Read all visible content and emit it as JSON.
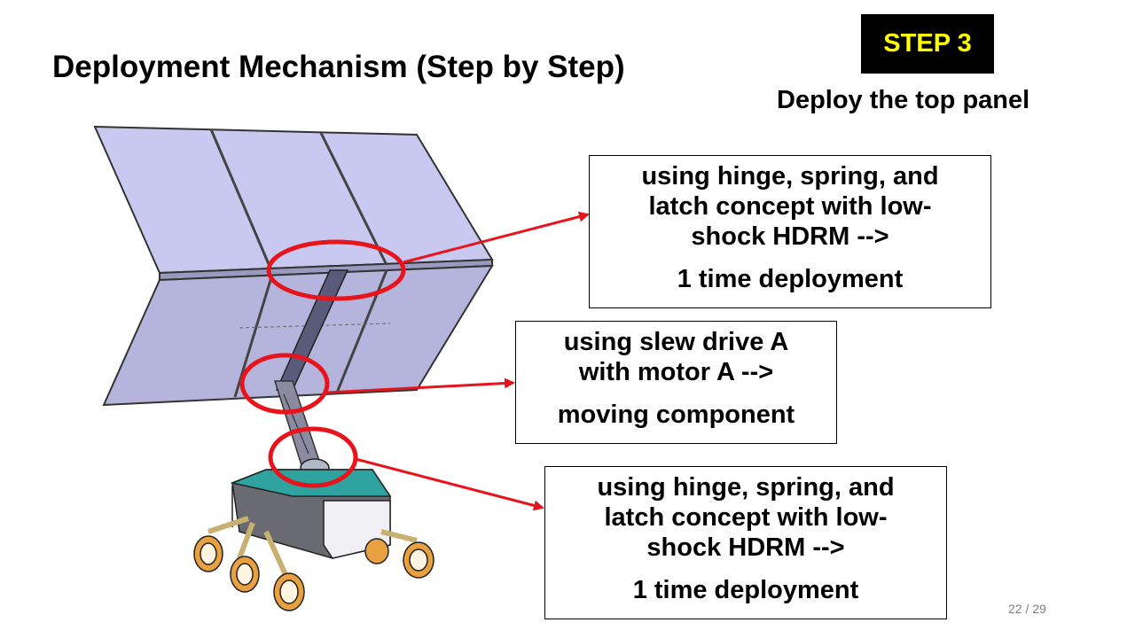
{
  "slide": {
    "title": "Deployment Mechanism (Step by Step)",
    "step_label": "STEP 3",
    "step_description": "Deploy the top panel",
    "page_number": "22 / 29"
  },
  "callouts": [
    {
      "lines": [
        "using hinge, spring, and",
        "latch concept with low-",
        "shock HDRM -->"
      ],
      "result": "1 time deployment"
    },
    {
      "lines": [
        "using slew drive A",
        "with motor A -->"
      ],
      "result": "moving component"
    },
    {
      "lines": [
        "using hinge, spring, and",
        "latch concept with low-",
        "shock HDRM -->"
      ],
      "result": "1 time deployment"
    }
  ],
  "colors": {
    "highlight": "#e8141c",
    "panel": "#c8c8f0",
    "step_badge_bg": "#000000",
    "step_badge_text": "#ffff00"
  }
}
